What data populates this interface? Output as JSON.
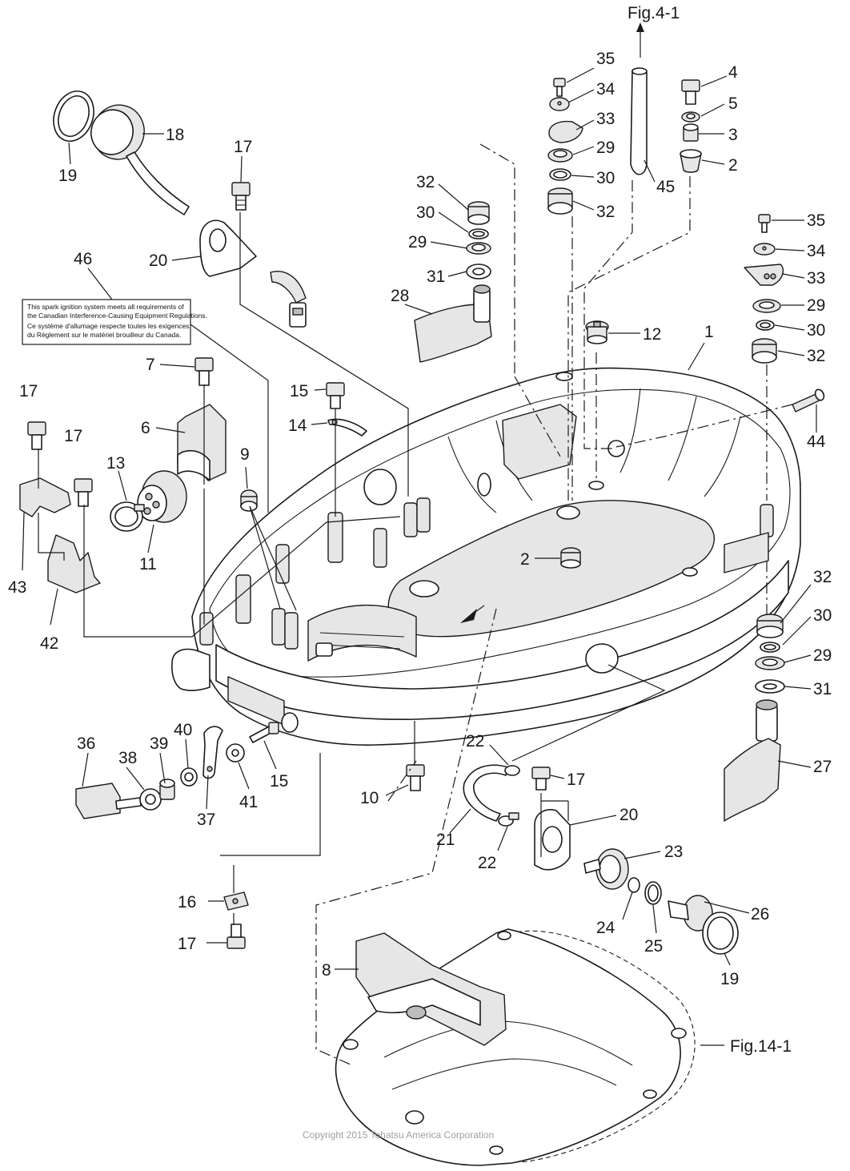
{
  "figure_refs": {
    "top": "Fig.4-1",
    "bottom_right": "Fig.14-1"
  },
  "decal_text": {
    "line1": "This spark ignition system meets all requirements of",
    "line2": "the Canadian Interference-Causing Equipment Regulations.",
    "line3": "Ce système d'allumage respecte toutes les exigences",
    "line4": "du Règlement sur le matériel brouilleur du Canada."
  },
  "copyright": "Copyright 2015 Tohatsu America Corporation",
  "callouts": [
    {
      "id": "c35a",
      "text": "35"
    },
    {
      "id": "c34a",
      "text": "34"
    },
    {
      "id": "c33a",
      "text": "33"
    },
    {
      "id": "c29a",
      "text": "29"
    },
    {
      "id": "c30a",
      "text": "30"
    },
    {
      "id": "c32a",
      "text": "32"
    },
    {
      "id": "c45",
      "text": "45"
    },
    {
      "id": "c4",
      "text": "4"
    },
    {
      "id": "c5",
      "text": "5"
    },
    {
      "id": "c3",
      "text": "3"
    },
    {
      "id": "c2a",
      "text": "2"
    },
    {
      "id": "c35b",
      "text": "35"
    },
    {
      "id": "c34b",
      "text": "34"
    },
    {
      "id": "c33b",
      "text": "33"
    },
    {
      "id": "c29b",
      "text": "29"
    },
    {
      "id": "c30b",
      "text": "30"
    },
    {
      "id": "c32b",
      "text": "32"
    },
    {
      "id": "c44",
      "text": "44"
    },
    {
      "id": "c1",
      "text": "1"
    },
    {
      "id": "c12",
      "text": "12"
    },
    {
      "id": "c32c",
      "text": "32"
    },
    {
      "id": "c30c",
      "text": "30"
    },
    {
      "id": "c29c",
      "text": "29"
    },
    {
      "id": "c31a",
      "text": "31"
    },
    {
      "id": "c28",
      "text": "28"
    },
    {
      "id": "c18",
      "text": "18"
    },
    {
      "id": "c19a",
      "text": "19"
    },
    {
      "id": "c17a",
      "text": "17"
    },
    {
      "id": "c20a",
      "text": "20"
    },
    {
      "id": "c46",
      "text": "46"
    },
    {
      "id": "c7",
      "text": "7"
    },
    {
      "id": "c6",
      "text": "6"
    },
    {
      "id": "c17b",
      "text": "17"
    },
    {
      "id": "c17c",
      "text": "17"
    },
    {
      "id": "c13",
      "text": "13"
    },
    {
      "id": "c11",
      "text": "11"
    },
    {
      "id": "c9",
      "text": "9"
    },
    {
      "id": "c15a",
      "text": "15"
    },
    {
      "id": "c14",
      "text": "14"
    },
    {
      "id": "c43",
      "text": "43"
    },
    {
      "id": "c42",
      "text": "42"
    },
    {
      "id": "c2b",
      "text": "2"
    },
    {
      "id": "c32d",
      "text": "32"
    },
    {
      "id": "c30d",
      "text": "30"
    },
    {
      "id": "c29d",
      "text": "29"
    },
    {
      "id": "c31b",
      "text": "31"
    },
    {
      "id": "c27",
      "text": "27"
    },
    {
      "id": "c36",
      "text": "36"
    },
    {
      "id": "c38",
      "text": "38"
    },
    {
      "id": "c39",
      "text": "39"
    },
    {
      "id": "c40",
      "text": "40"
    },
    {
      "id": "c37",
      "text": "37"
    },
    {
      "id": "c41",
      "text": "41"
    },
    {
      "id": "c15b",
      "text": "15"
    },
    {
      "id": "c10",
      "text": "10"
    },
    {
      "id": "c22a",
      "text": "22"
    },
    {
      "id": "c17d",
      "text": "17"
    },
    {
      "id": "c20b",
      "text": "20"
    },
    {
      "id": "c21",
      "text": "21"
    },
    {
      "id": "c22b",
      "text": "22"
    },
    {
      "id": "c23",
      "text": "23"
    },
    {
      "id": "c16",
      "text": "16"
    },
    {
      "id": "c17e",
      "text": "17"
    },
    {
      "id": "c8",
      "text": "8"
    },
    {
      "id": "c26",
      "text": "26"
    },
    {
      "id": "c24",
      "text": "24"
    },
    {
      "id": "c25",
      "text": "25"
    },
    {
      "id": "c19b",
      "text": "19"
    }
  ]
}
